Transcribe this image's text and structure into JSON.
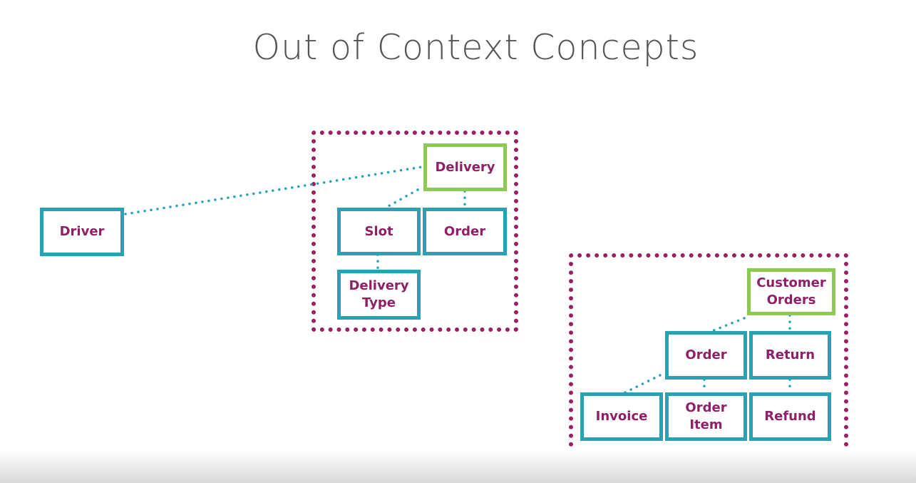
{
  "title": "Out of Context Concepts",
  "colors": {
    "entity_border": "#27a3b3",
    "root_border": "#8dc955",
    "label_text": "#8e2067",
    "boundary": "#9b1f62",
    "link": "#27a3b3"
  },
  "outside": {
    "driver": "Driver"
  },
  "delivery_context": {
    "delivery": "Delivery",
    "slot": "Slot",
    "order": "Order",
    "delivery_type_line1": "Delivery",
    "delivery_type_line2": "Type"
  },
  "customer_context": {
    "customer_orders_line1": "Customer",
    "customer_orders_line2": "Orders",
    "order": "Order",
    "return": "Return",
    "invoice": "Invoice",
    "order_item_line1": "Order",
    "order_item_line2": "Item",
    "refund": "Refund"
  }
}
